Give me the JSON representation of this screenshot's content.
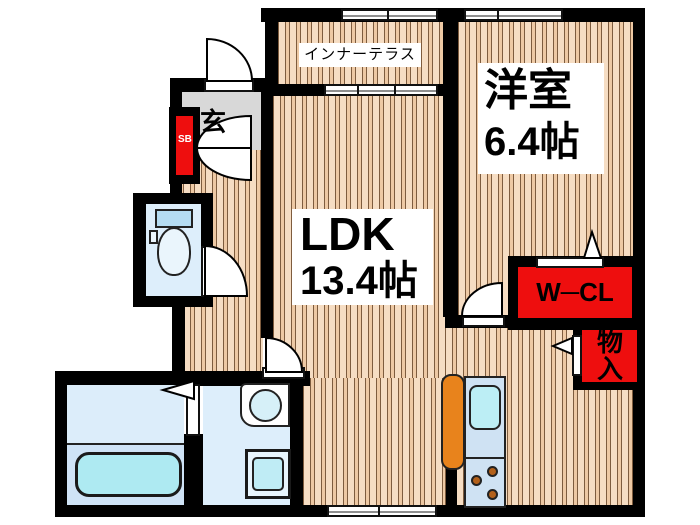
{
  "title": "apartment-floor-plan",
  "rooms": {
    "terrace": {
      "name": "インナーテラス"
    },
    "western": {
      "name": "洋室",
      "area": "6.4帖"
    },
    "ldk": {
      "name": "LDK",
      "area": "13.4帖"
    },
    "wcl": {
      "name": "W─CL"
    },
    "storage": {
      "name": "物入"
    },
    "entrance": {
      "name": "玄"
    },
    "shoebox": {
      "name": "SB"
    }
  },
  "fixtures": {
    "toilet": "toilet",
    "bathtub": "bathtub",
    "vanity": "vanity-sink",
    "washer": "washing-machine-pan",
    "kitchen": "kitchen-unit-with-sink-and-burners",
    "counter": "kitchen-counter"
  },
  "colors": {
    "wall": "#000000",
    "wood_light": "#f6ddc3",
    "wood_dark": "#eec9a4",
    "wood_line": "#7e5c3e",
    "closet_red": "#ee0e0e",
    "wet_floor": "#ddeefb",
    "bath_lower": "#cfe3f6",
    "tub": "#aeeaf2",
    "genkan_gray": "#d8d8d8",
    "counter_orange": "#e8831c",
    "fixture_blue": "#bfecf5",
    "sb_text": "#ffffff"
  }
}
